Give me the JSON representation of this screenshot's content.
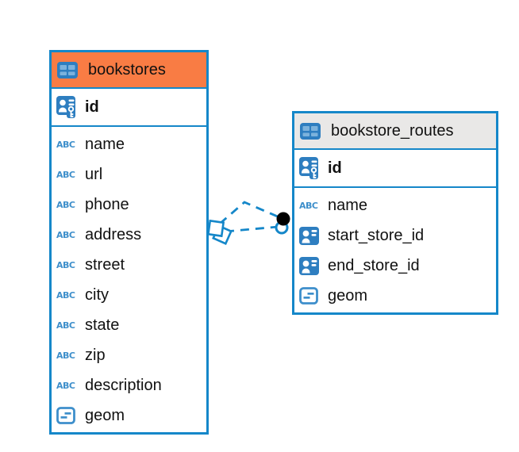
{
  "colors": {
    "table_border": "#1587C9",
    "relationship_line": "#1587C9",
    "icon_blue": "#2E7EC0",
    "icon_light_blue": "#7CB2DC",
    "type_icon_blue": "#3E8FCB",
    "bookstores_header_bg": "#F97C44",
    "routes_header_bg": "#E9E8E7",
    "endpoint_dot": "#000000"
  },
  "tables": [
    {
      "title": "bookstores",
      "primary_key": "id",
      "columns": [
        "name",
        "url",
        "phone",
        "address",
        "street",
        "city",
        "state",
        "zip",
        "description",
        "geom"
      ],
      "column_types": [
        "text",
        "text",
        "text",
        "text",
        "text",
        "text",
        "text",
        "text",
        "text",
        "geometry"
      ]
    },
    {
      "title": "bookstore_routes",
      "primary_key": "id",
      "columns": [
        "name",
        "start_store_id",
        "end_store_id",
        "geom"
      ],
      "column_types": [
        "text",
        "reference",
        "reference",
        "geometry"
      ]
    }
  ],
  "relationship": {
    "from_table": "bookstores",
    "to_table": "bookstore_routes",
    "line_style": "dashed",
    "line_count": 2
  }
}
